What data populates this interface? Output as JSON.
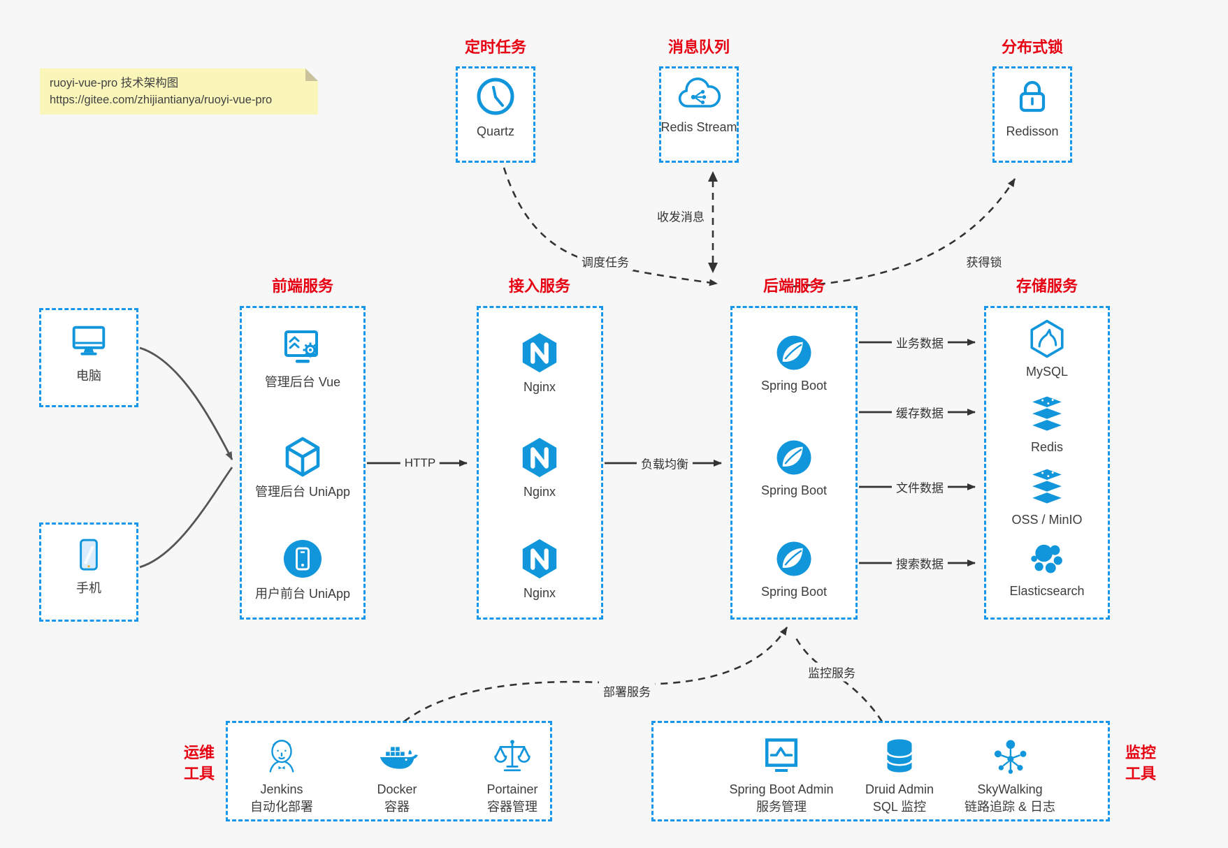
{
  "colors": {
    "canvas_bg": "#f7f7f7",
    "box_border_blue": "#1697ec",
    "icon_blue": "#1296db",
    "title_red": "#e60012",
    "arrow_dark": "#333333",
    "client_arrow_gray": "#555555",
    "note_bg": "#faf6ba"
  },
  "note": {
    "line1": "ruoyi-vue-pro 技术架构图",
    "line2": "https://gitee.com/zhijiantianya/ruoyi-vue-pro"
  },
  "top_services": [
    {
      "title": "定时任务",
      "label": "Quartz",
      "icon": "clock-icon"
    },
    {
      "title": "消息队列",
      "label": "Redis Stream",
      "icon": "cloud-mq-icon"
    },
    {
      "title": "分布式锁",
      "label": "Redisson",
      "icon": "lock-icon"
    }
  ],
  "clients": [
    {
      "label": "电脑",
      "icon": "desktop-icon"
    },
    {
      "label": "手机",
      "icon": "phone-icon"
    }
  ],
  "frontend": {
    "title": "前端服务",
    "items": [
      {
        "label": "管理后台 Vue",
        "icon": "admin-vue-icon"
      },
      {
        "label": "管理后台 UniApp",
        "icon": "uniapp-cube-icon"
      },
      {
        "label": "用户前台 UniApp",
        "icon": "user-app-icon"
      }
    ]
  },
  "gateway": {
    "title": "接入服务",
    "items": [
      {
        "label": "Nginx",
        "icon": "nginx-icon"
      },
      {
        "label": "Nginx",
        "icon": "nginx-icon"
      },
      {
        "label": "Nginx",
        "icon": "nginx-icon"
      }
    ]
  },
  "backend": {
    "title": "后端服务",
    "items": [
      {
        "label": "Spring Boot",
        "icon": "spring-icon"
      },
      {
        "label": "Spring Boot",
        "icon": "spring-icon"
      },
      {
        "label": "Spring Boot",
        "icon": "spring-icon"
      }
    ]
  },
  "storage": {
    "title": "存储服务",
    "items": [
      {
        "label": "MySQL",
        "icon": "mysql-icon"
      },
      {
        "label": "Redis",
        "icon": "redis-stack-icon"
      },
      {
        "label": "OSS / MinIO",
        "icon": "storage-stack-icon"
      },
      {
        "label": "Elasticsearch",
        "icon": "elasticsearch-icon"
      }
    ]
  },
  "ops": {
    "title_line1": "运维",
    "title_line2": "工具",
    "items": [
      {
        "label": "Jenkins",
        "sublabel": "自动化部署",
        "icon": "jenkins-icon"
      },
      {
        "label": "Docker",
        "sublabel": "容器",
        "icon": "docker-icon"
      },
      {
        "label": "Portainer",
        "sublabel": "容器管理",
        "icon": "portainer-icon"
      }
    ]
  },
  "monitoring": {
    "title_line1": "监控",
    "title_line2": "工具",
    "items": [
      {
        "label": "Spring Boot Admin",
        "sublabel": "服务管理",
        "icon": "sba-monitor-icon"
      },
      {
        "label": "Druid Admin",
        "sublabel": "SQL 监控",
        "icon": "druid-db-icon"
      },
      {
        "label": "SkyWalking",
        "sublabel": "链路追踪 & 日志",
        "icon": "skywalking-icon"
      }
    ]
  },
  "edges": {
    "http": "HTTP",
    "load_balance": "负载均衡",
    "business_data": "业务数据",
    "cache_data": "缓存数据",
    "file_data": "文件数据",
    "search_data": "搜索数据",
    "schedule_task": "调度任务",
    "send_receive_msg": "收发消息",
    "acquire_lock": "获得锁",
    "deploy_service": "部署服务",
    "monitor_service": "监控服务"
  }
}
